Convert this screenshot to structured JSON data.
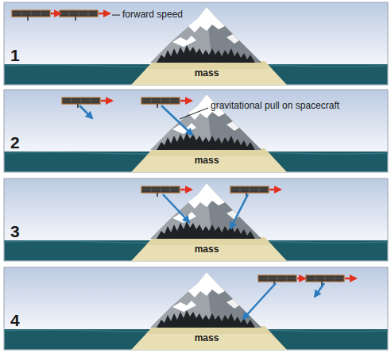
{
  "diagram": {
    "labels": [
      "forward speed",
      "1",
      "mass",
      "gravitational pull on spacecraft",
      "2",
      "mass",
      "3",
      "mass",
      "4",
      "mass"
    ]
  }
}
